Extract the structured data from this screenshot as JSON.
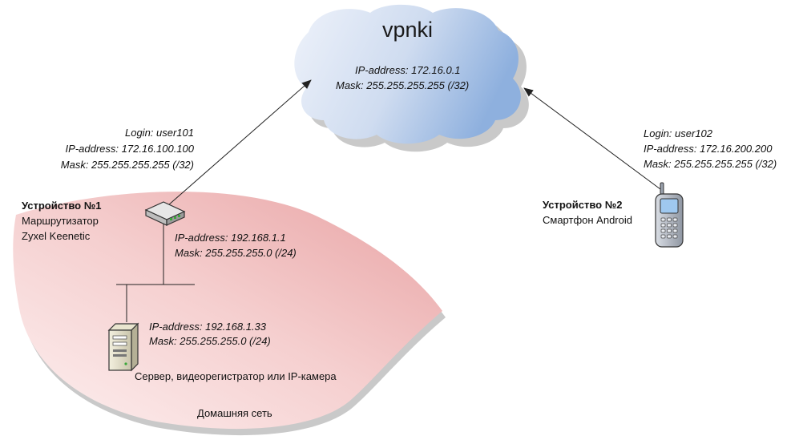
{
  "cloud": {
    "title": "vpnki",
    "ip": "IP-address: 172.16.0.1",
    "mask": "Mask: 255.255.255.255 (/32)"
  },
  "device1": {
    "login": "Login: user101",
    "vpn_ip": "IP-address: 172.16.100.100",
    "vpn_mask": "Mask: 255.255.255.255 (/32)",
    "name": "Устройство №1",
    "type": "Маршрутизатор",
    "model": "Zyxel Keenetic",
    "lan_ip": "IP-address: 192.168.1.1",
    "lan_mask": "Mask: 255.255.255.0 (/24)"
  },
  "server": {
    "ip": "IP-address: 192.168.1.33",
    "mask": "Mask: 255.255.255.0 (/24)",
    "label": "Сервер, видеорегистратор или IP-камера"
  },
  "home_network": {
    "label": "Домашняя сеть"
  },
  "device2": {
    "login": "Login: user102",
    "vpn_ip": "IP-address: 172.16.200.200",
    "vpn_mask": "Mask: 255.255.255.255 (/32)",
    "name": "Устройство №2",
    "type": "Смартфон Android"
  },
  "colors": {
    "cloud_light": "#e8eef8",
    "cloud_dark": "#8eb0de",
    "zone_light": "#fbe9e9",
    "zone_dark": "#e8a7a8",
    "shadow": "#c9c9c9",
    "line": "#222222"
  }
}
